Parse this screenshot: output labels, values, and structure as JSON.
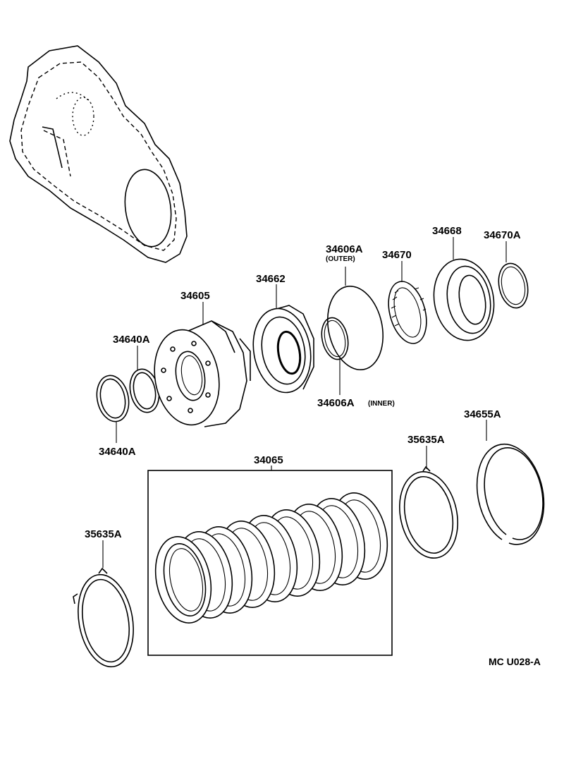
{
  "labels": {
    "p34605": "34605",
    "p34662": "34662",
    "p34606a": "34606A",
    "p34606a_outer_note": "(OUTER)",
    "p34670": "34670",
    "p34668": "34668",
    "p34670a": "34670A",
    "p34640a_top": "34640A",
    "p34640a_bottom": "34640A",
    "p34606a_inner": "34606A",
    "p34606a_inner_note": "(INNER)",
    "p34065": "34065",
    "p35635a_right": "35635A",
    "p34655a": "34655A",
    "p35635a_left": "35635A"
  },
  "diagram_code": "MC U028-A"
}
